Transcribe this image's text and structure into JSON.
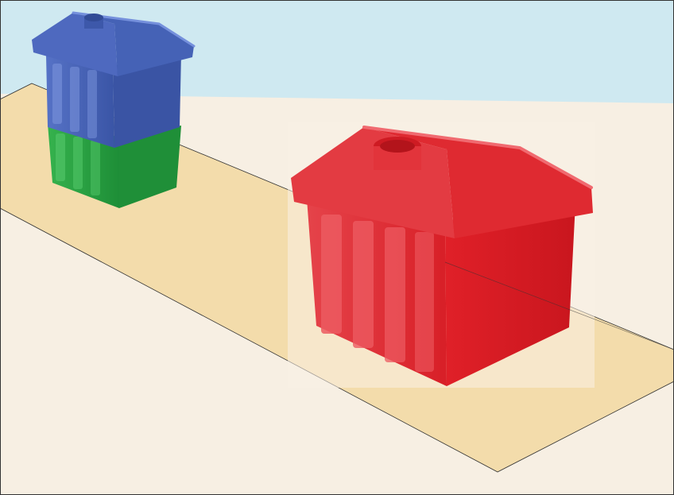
{
  "scene": {
    "description_visible_text": "",
    "colors": {
      "sky": "#cfe9f1",
      "ground": "#f7efe3",
      "strip": "#f3dcab",
      "red_house": "#e1242c",
      "blue_house": "#4361b3",
      "green_block": "#24a23f",
      "outline": "#1a1a1a"
    },
    "objects": [
      {
        "name": "red-house",
        "color": "red"
      },
      {
        "name": "blue-house",
        "color": "blue"
      },
      {
        "name": "green-block",
        "color": "green"
      }
    ]
  }
}
